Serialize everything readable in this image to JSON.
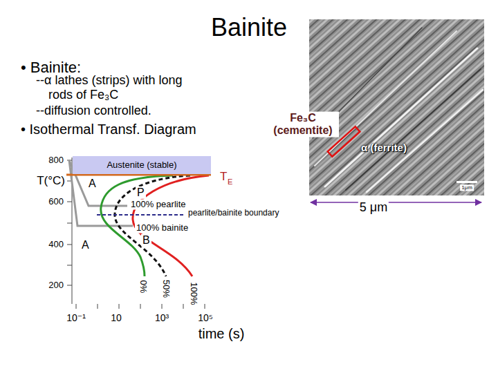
{
  "diagram": {
    "title": "Bainite",
    "nodes": [
      {
        "text": [
          "Austenite (stable)"
        ]
      }
    ],
    "labels": [
      "• Bainite:",
      "--α lathes (strips) with long rods of Fe₃C",
      "--diffusion controlled.",
      "• Isothermal Transf. Diagram",
      "800",
      "T(°C)",
      "600",
      "400",
      "200",
      "T",
      "E",
      "A",
      "P",
      "100% pearlite",
      "pearlite/bainite boundary",
      "100% bainite",
      "B",
      "A",
      "0%",
      "50%",
      "100%",
      "10⁻¹",
      "10",
      "10³",
      "10⁵",
      "time (s)",
      "Fe₃C (cementite)",
      "α (ferrite)",
      "5 μm",
      "1μm"
    ]
  }
}
